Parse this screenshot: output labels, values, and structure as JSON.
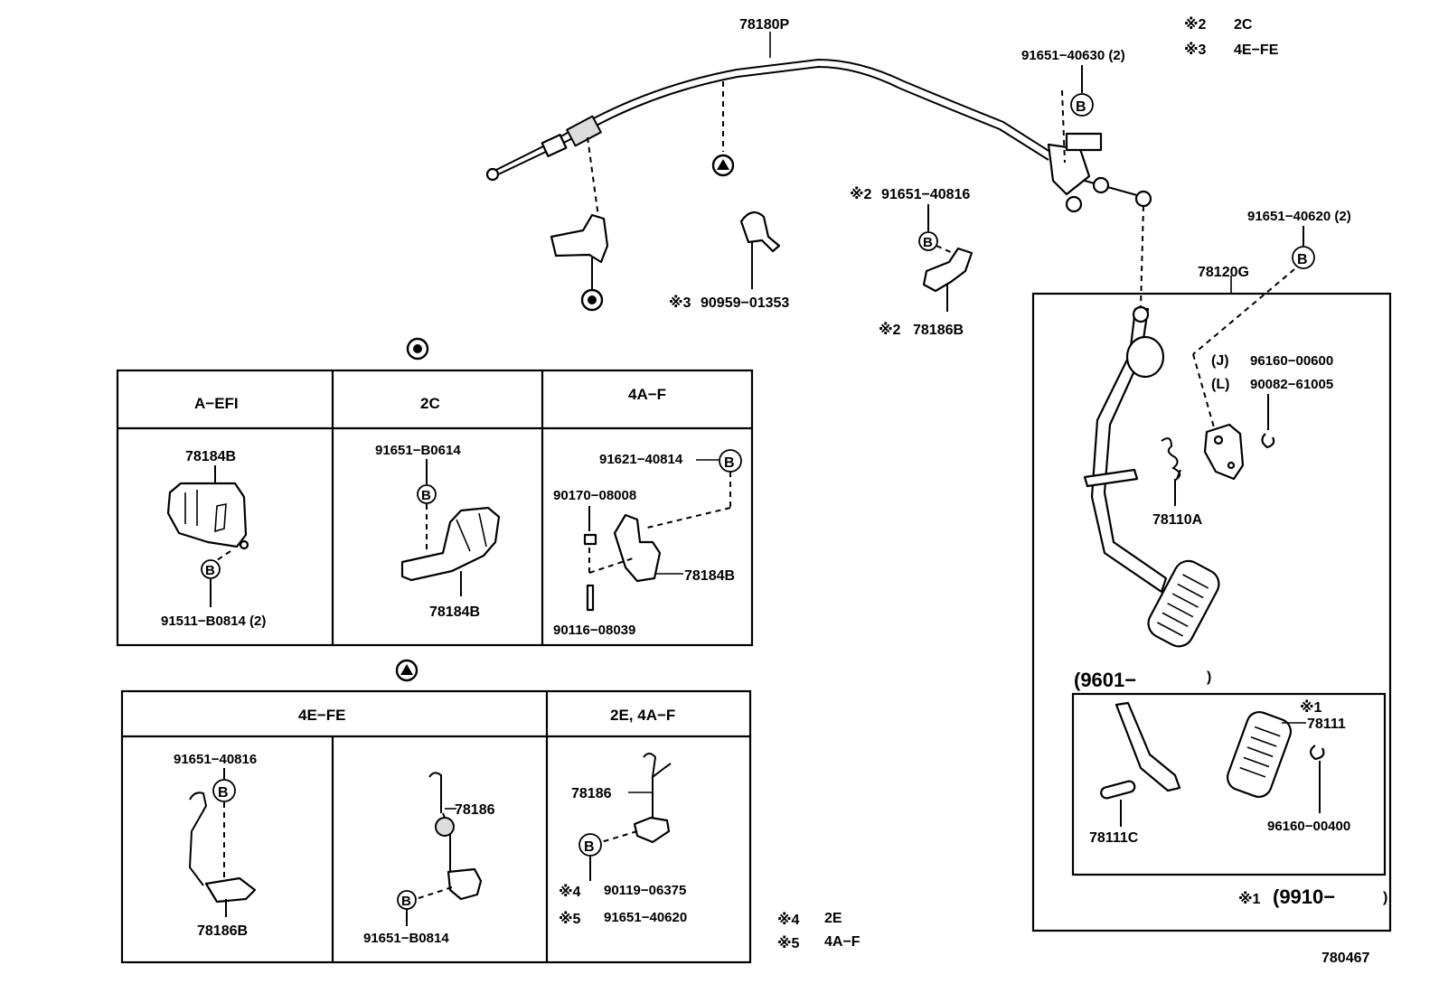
{
  "legend": {
    "note2": "※2",
    "note2_val": "2C",
    "note3": "※3",
    "note3_val": "4E−FE",
    "note4": "※4",
    "note4_val": "2E",
    "note5": "※5",
    "note5_val": "4A−F"
  },
  "top": {
    "cable": "78180P",
    "bolt_top": "91651−40630 (2)",
    "bolt_mid_note": "※2",
    "bolt_mid": "91651−40816",
    "clip_note": "※3",
    "clip": "90959−01353",
    "bracket_note": "※2",
    "bracket": "78186B",
    "bolt_right": "91651−40620 (2)",
    "pedal_assy": "78120G",
    "j_tag": "(J)",
    "j_part": "96160−00600",
    "l_tag": "(L)",
    "l_part": "90082−61005",
    "spring": "78110A",
    "date_from": "(9601−",
    "date_close": ")",
    "pad_note": "※1",
    "pad": "78111",
    "pin": "78111C",
    "pad_clip": "96160−00400",
    "date2_note": "※1",
    "date2": "(9910−",
    "date2_close": ")",
    "figure_no": "780467",
    "b": "B"
  },
  "table1": {
    "col1": "A−EFI",
    "col2": "2C",
    "col3": "4A−F",
    "c1_top": "78184B",
    "c1_bot": "91511−B0814 (2)",
    "c2_top": "91651−B0614",
    "c2_bot": "78184B",
    "c3_bolt": "91621−40814",
    "c3_nut": "90170−08008",
    "c3_bracket": "78184B",
    "c3_stud": "90116−08039"
  },
  "table2": {
    "col1": "4E−FE",
    "col2": "2E, 4A−F",
    "c1_top": "91651−40816",
    "c1_bot": "78186B",
    "c2_wire": "78186",
    "c2_bolt": "91651−B0814",
    "c3_wire": "78186",
    "c3_note4": "※4",
    "c3_part4": "90119−06375",
    "c3_note5": "※5",
    "c3_part5": "91651−40620"
  },
  "colors": {
    "line": "#000000",
    "background": "#ffffff"
  }
}
